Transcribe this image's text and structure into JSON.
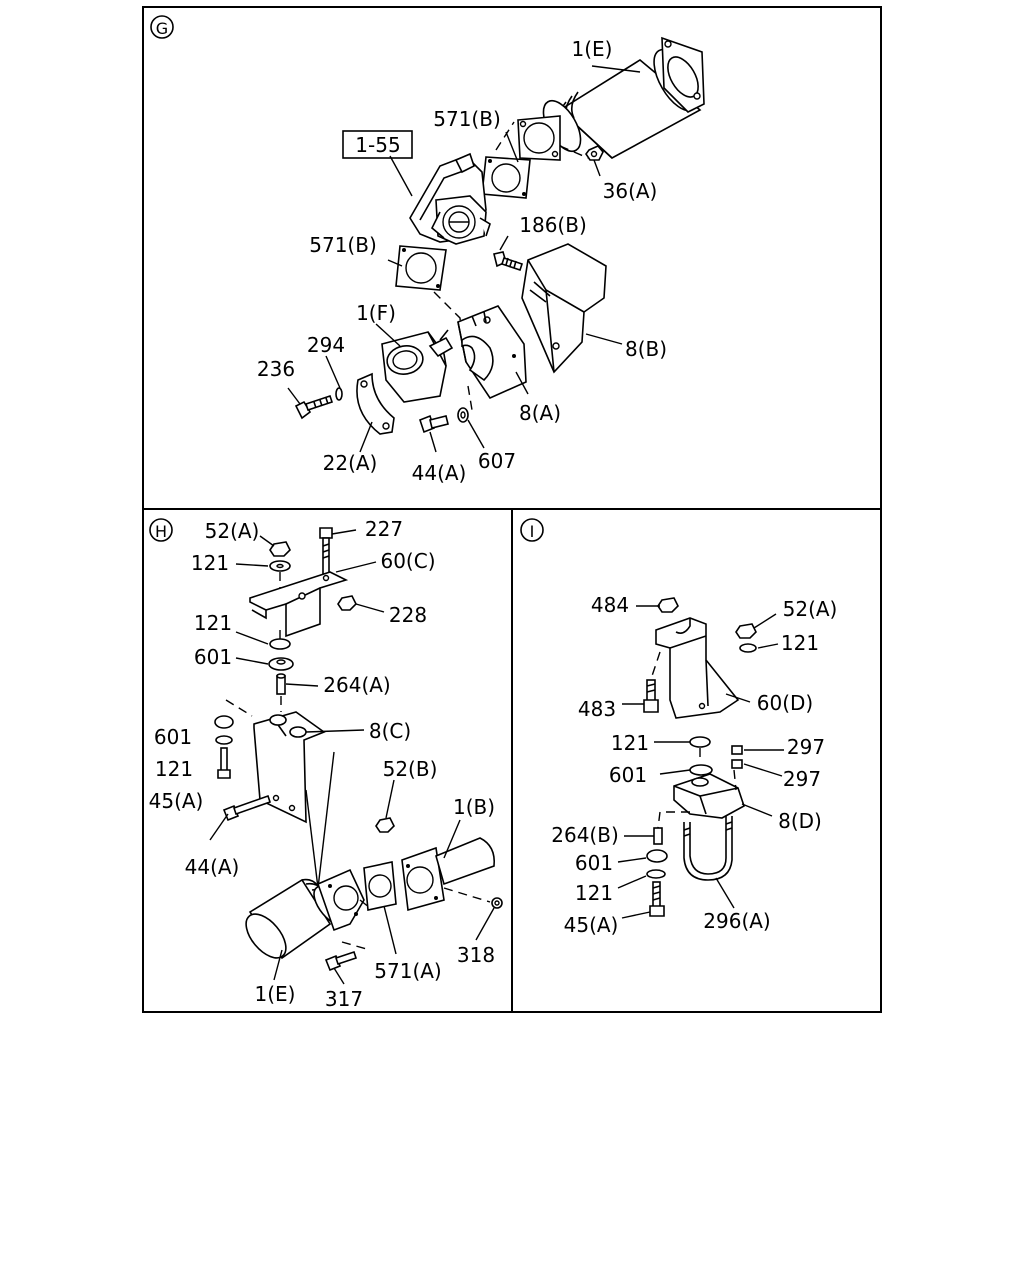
{
  "sections": {
    "g": {
      "letter": "G",
      "ref_box": "1-55",
      "labels": {
        "l_1e_top": "1(E)",
        "l_571b_1": "571(B)",
        "l_36a": "36(A)",
        "l_186b": "186(B)",
        "l_571b_2": "571(B)",
        "l_1f": "1(F)",
        "l_294": "294",
        "l_236": "236",
        "l_8b": "8(B)",
        "l_8a": "8(A)",
        "l_607": "607",
        "l_44a_g": "44(A)",
        "l_22a": "22(A)"
      }
    },
    "h": {
      "letter": "H",
      "labels": {
        "l_52a_h": "52(A)",
        "l_227": "227",
        "l_121_h1": "121",
        "l_60c": "60(C)",
        "l_228": "228",
        "l_121_h2": "121",
        "l_601_h1": "601",
        "l_264a": "264(A)",
        "l_8c": "8(C)",
        "l_601_h2": "601",
        "l_121_h3": "121",
        "l_45a_h": "45(A)",
        "l_52b": "52(B)",
        "l_1b": "1(B)",
        "l_44a_h": "44(A)",
        "l_318": "318",
        "l_571a": "571(A)",
        "l_1e_h": "1(E)",
        "l_317": "317"
      }
    },
    "i": {
      "letter": "I",
      "labels": {
        "l_484": "484",
        "l_52a_i": "52(A)",
        "l_121_i1": "121",
        "l_483": "483",
        "l_60d": "60(D)",
        "l_121_i2": "121",
        "l_297_1": "297",
        "l_601_i1": "601",
        "l_297_2": "297",
        "l_8d": "8(D)",
        "l_264b": "264(B)",
        "l_601_i2": "601",
        "l_121_i3": "121",
        "l_45a_i": "45(A)",
        "l_296a": "296(A)"
      }
    }
  }
}
